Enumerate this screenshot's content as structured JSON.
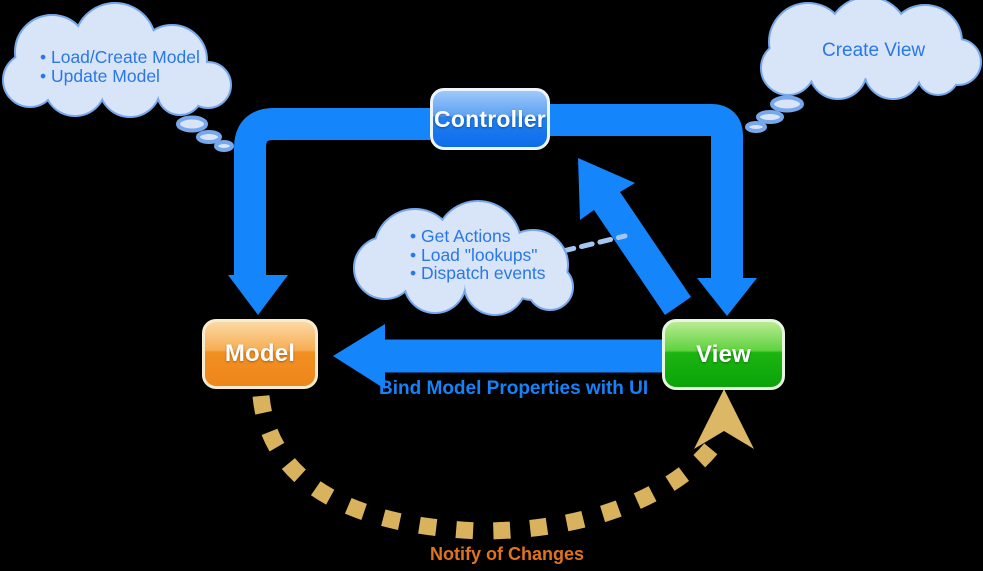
{
  "nodes": {
    "controller": {
      "label": "Controller",
      "color": "#1b7df2"
    },
    "model": {
      "label": "Model",
      "color": "#f29024"
    },
    "view": {
      "label": "View",
      "color": "#1cb512"
    }
  },
  "thought_clouds": {
    "model_thoughts": {
      "lines": [
        "• Load/Create Model",
        "• Update Model"
      ]
    },
    "action_thoughts": {
      "lines": [
        "• Get Actions",
        "• Load \"lookups\"",
        "• Dispatch events"
      ]
    },
    "view_thought": {
      "lines": [
        "Create View"
      ]
    }
  },
  "arrow_labels": {
    "bind_model": "Bind Model Properties with UI",
    "notify_changes": "Notify of Changes"
  },
  "colors": {
    "arrow_blue": "#1485fb",
    "notify_tan": "#d9b25e",
    "cloud_fill": "#d8e5f8",
    "cloud_stroke": "#78a8ec",
    "cloud_text": "#2a77e8",
    "notify_text": "#e0731c",
    "background": "#000000"
  }
}
